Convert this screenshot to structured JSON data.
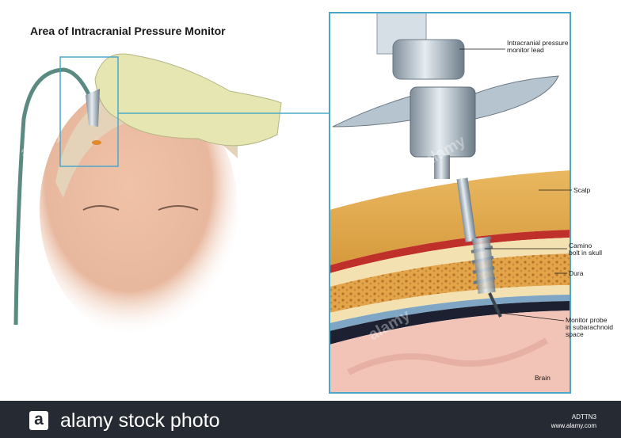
{
  "title": "Area of Intracranial Pressure Monitor",
  "labels": {
    "lead": "Intracranial pressure\nmonitor lead",
    "scalp": "Scalp",
    "bolt": "Camino\nbolt in skull",
    "dura": "Dura",
    "probe": "Monitor probe\nin subarachnoid\nspace",
    "brain": "Brain"
  },
  "footer": {
    "logo_letter": "a",
    "brand": "alamy stock photo",
    "image_id": "ADTTN3",
    "site": "www.alamy.com"
  },
  "watermark": "alamy"
}
